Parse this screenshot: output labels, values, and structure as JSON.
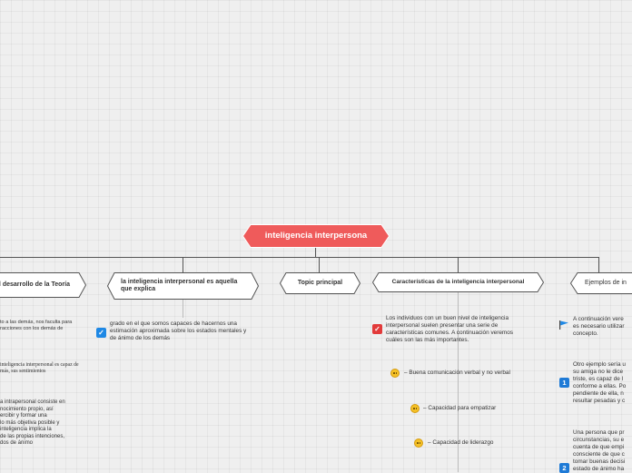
{
  "colors": {
    "root_fill": "#ef5b5b",
    "node_fill": "#ffffff",
    "line": "#555555",
    "icon_red": "#e23a3a",
    "icon_blue": "#1e88e5"
  },
  "root": {
    "label": "inteligencia interpersona"
  },
  "topics": [
    {
      "label": "al desarrollo de la Teoría"
    },
    {
      "label": "la inteligencia interpersonal es aquella que explica"
    },
    {
      "label": "Topic principal"
    },
    {
      "label": "Características de la inteligencia interpersonal"
    },
    {
      "label": "Ejemplos de in"
    }
  ],
  "col1": {
    "t1a": "to a las demás, nos faculta para",
    "t1b": "racciones con los demás de",
    "t2a": "inteligencia interpersonal es capaz de",
    "t2b": "más, sus sentimientos",
    "t3": [
      "a intrapersonal consiste en",
      "nocimiento propio, así",
      "ercibir y formar una",
      "lo más objetiva posible y",
      "inteligencia implica la",
      "de las propias intenciones,",
      "dos de ánimo"
    ]
  },
  "col2": {
    "text": [
      "grado en el que somos capaces de hacernos una",
      "estimación aproximada sobre los estados mentales y",
      "de ánimo de los demás"
    ]
  },
  "col4": {
    "intro": [
      "Los individuos con un buen nivel de inteligencia",
      "interpersonal suelen presentar una serie de",
      "características comunes. A continuación veremos",
      "cuáles son las más importantes."
    ],
    "items": [
      "– Buena comunicación verbal y no verbal",
      "– Capacidad para empatizar",
      "– Capacidad de liderazgo"
    ]
  },
  "col5": {
    "intro": [
      "A continuación vere",
      "es necesario utilizar",
      "concepto."
    ],
    "ex1": [
      "Otro ejemplo sería u",
      "su amiga no le dice",
      "triste, es capaz de l",
      "conforme a ellas. Po",
      "pendiente de ella, n",
      "resultar pesadas y c"
    ],
    "ex2": [
      "Una persona que pr",
      "circunstancias, su e",
      "cuenta de que empi",
      "consciente de que c",
      "tomar buenas decisi",
      "estado de ánimo ha"
    ],
    "num1": "1",
    "num2": "2"
  }
}
